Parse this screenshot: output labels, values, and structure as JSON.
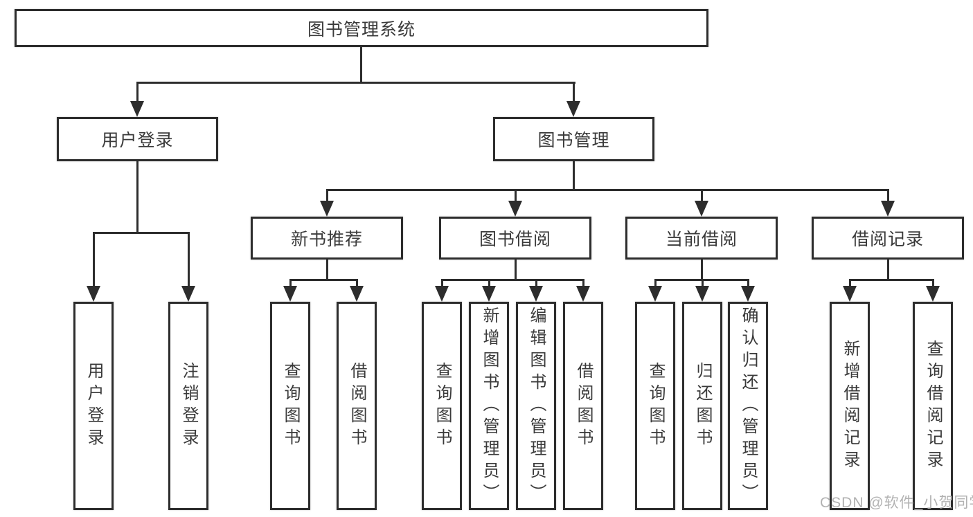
{
  "colors": {
    "line": "#2d2d2d",
    "text": "#3a3a3a",
    "box_bg": "#ffffff",
    "page_bg": "#ffffff",
    "watermark": "#b2b2b2"
  },
  "tree": {
    "root": {
      "label": "图书管理系统"
    },
    "branches": [
      {
        "label": "用户登录",
        "children": [
          {
            "label": "用户登录"
          },
          {
            "label": "注销登录"
          }
        ]
      },
      {
        "label": "图书管理",
        "groups": [
          {
            "label": "新书推荐",
            "children": [
              {
                "label": "查询图书"
              },
              {
                "label": "借阅图书"
              }
            ]
          },
          {
            "label": "图书借阅",
            "children": [
              {
                "label": "查询图书"
              },
              {
                "label": "新增图书（管理员）"
              },
              {
                "label": "编辑图书（管理员）"
              },
              {
                "label": "借阅图书"
              }
            ]
          },
          {
            "label": "当前借阅",
            "children": [
              {
                "label": "查询图书"
              },
              {
                "label": "归还图书"
              },
              {
                "label": "确认归还（管理员）"
              }
            ]
          },
          {
            "label": "借阅记录",
            "children": [
              {
                "label": "新增借阅记录"
              },
              {
                "label": "查询借阅记录"
              }
            ]
          }
        ]
      }
    ]
  },
  "watermark": {
    "text": "CSDN @软件_小贺同学"
  }
}
